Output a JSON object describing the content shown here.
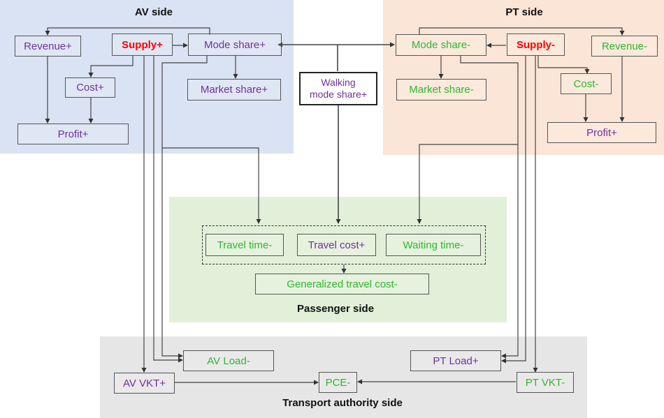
{
  "colors": {
    "av_region": "#dae3f3",
    "pt_region": "#fbe5d6",
    "passenger_region": "#e2f0d9",
    "authority_region": "#e7e6e6",
    "positive_text": "#7030a0",
    "negative_text": "#2eb82e",
    "supply_text": "#ff0000"
  },
  "regions": {
    "av": "AV side",
    "pt": "PT side",
    "passenger": "Passenger side",
    "authority": "Transport authority side"
  },
  "nodes": {
    "av_revenue": "Revenue+",
    "av_supply": "Supply+",
    "av_mode_share": "Mode share+",
    "av_cost": "Cost+",
    "av_market_share": "Market share+",
    "av_profit": "Profit+",
    "walking_line1": "Walking",
    "walking_line2": "mode share+",
    "pt_mode_share": "Mode share-",
    "pt_supply": "Supply-",
    "pt_revenue": "Revenue-",
    "pt_market_share": "Market share-",
    "pt_cost": "Cost-",
    "pt_profit": "Profit+",
    "travel_time": "Travel time-",
    "travel_cost": "Travel cost+",
    "waiting_time": "Waiting time-",
    "generalized_cost": "Generalized travel cost-",
    "av_load": "AV Load-",
    "pt_load": "PT Load+",
    "av_vkt": "AV VKT+",
    "pce": "PCE-",
    "pt_vkt": "PT VKT-"
  }
}
